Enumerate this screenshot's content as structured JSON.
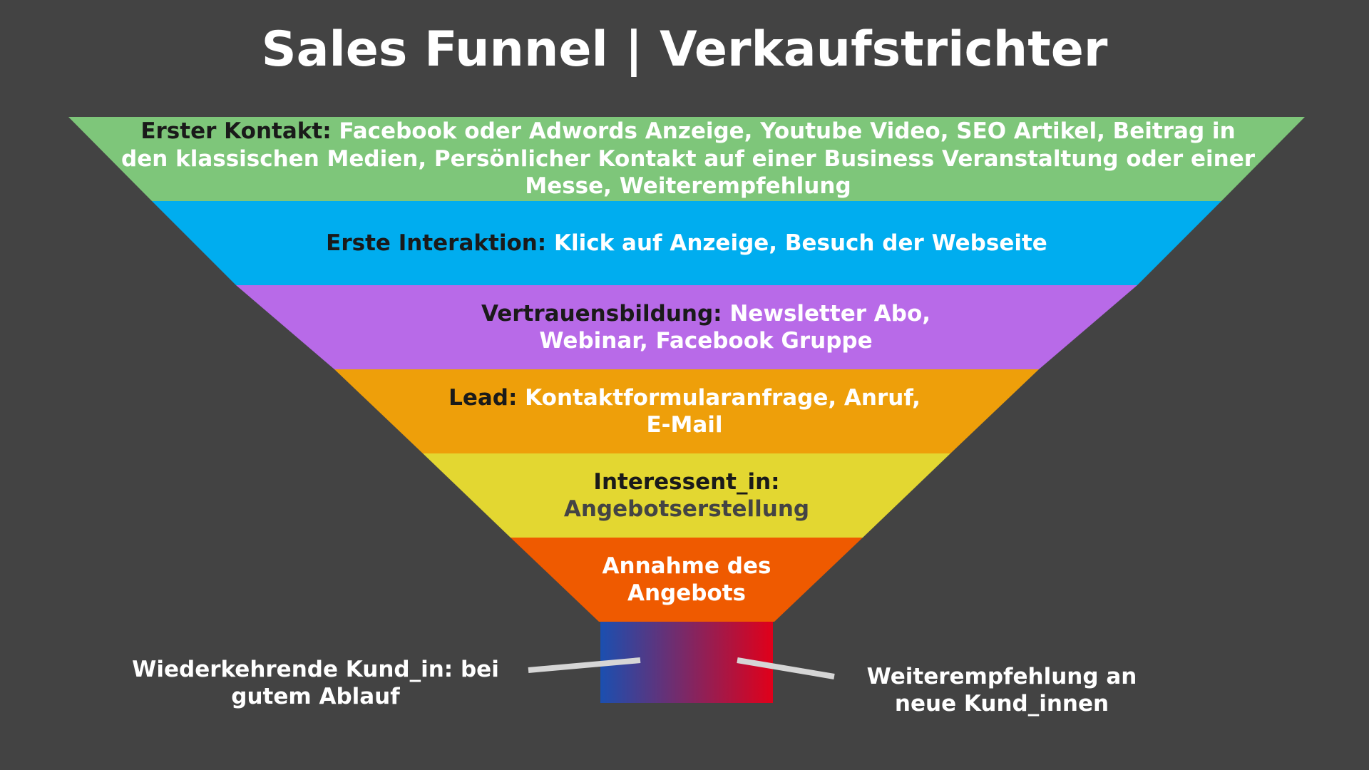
{
  "title": "Sales Funnel | Verkaufstrichter",
  "colors": {
    "background": "#434343",
    "stage_1": "#7ec67a",
    "stage_2": "#00adef",
    "stage_3": "#b86ae8",
    "stage_4": "#ee9f0a",
    "stage_5": "#e3d731",
    "stage_6": "#ef5a00",
    "outlet_left": "#1b4fb0",
    "outlet_right": "#e0001a",
    "connector": "#d6d6d6"
  },
  "stages": [
    {
      "label": "Erster Kontakt:",
      "description": "Facebook oder Adwords Anzeige, Youtube Video, SEO Artikel, Beitrag in den klassischen Medien, Persönlicher Kontakt auf einer Business Veranstaltung oder einer Messe, Weiterempfehlung"
    },
    {
      "label": "Erste Interaktion:",
      "description": "Klick auf Anzeige, Besuch der Webseite"
    },
    {
      "label": "Vertrauensbildung:",
      "description": "Newsletter Abo, Webinar, Facebook Gruppe"
    },
    {
      "label": "Lead:",
      "description": "Kontaktformularanfrage, Anruf, E-Mail"
    },
    {
      "label": "Interessent_in:",
      "description": "Angebotserstellung"
    },
    {
      "label": "",
      "description": "Annahme des Angebots"
    }
  ],
  "outcomes": {
    "left": "Wiederkehrende Kund_in: bei gutem Ablauf",
    "right": "Weiterempfehlung an neue Kund_innen"
  }
}
